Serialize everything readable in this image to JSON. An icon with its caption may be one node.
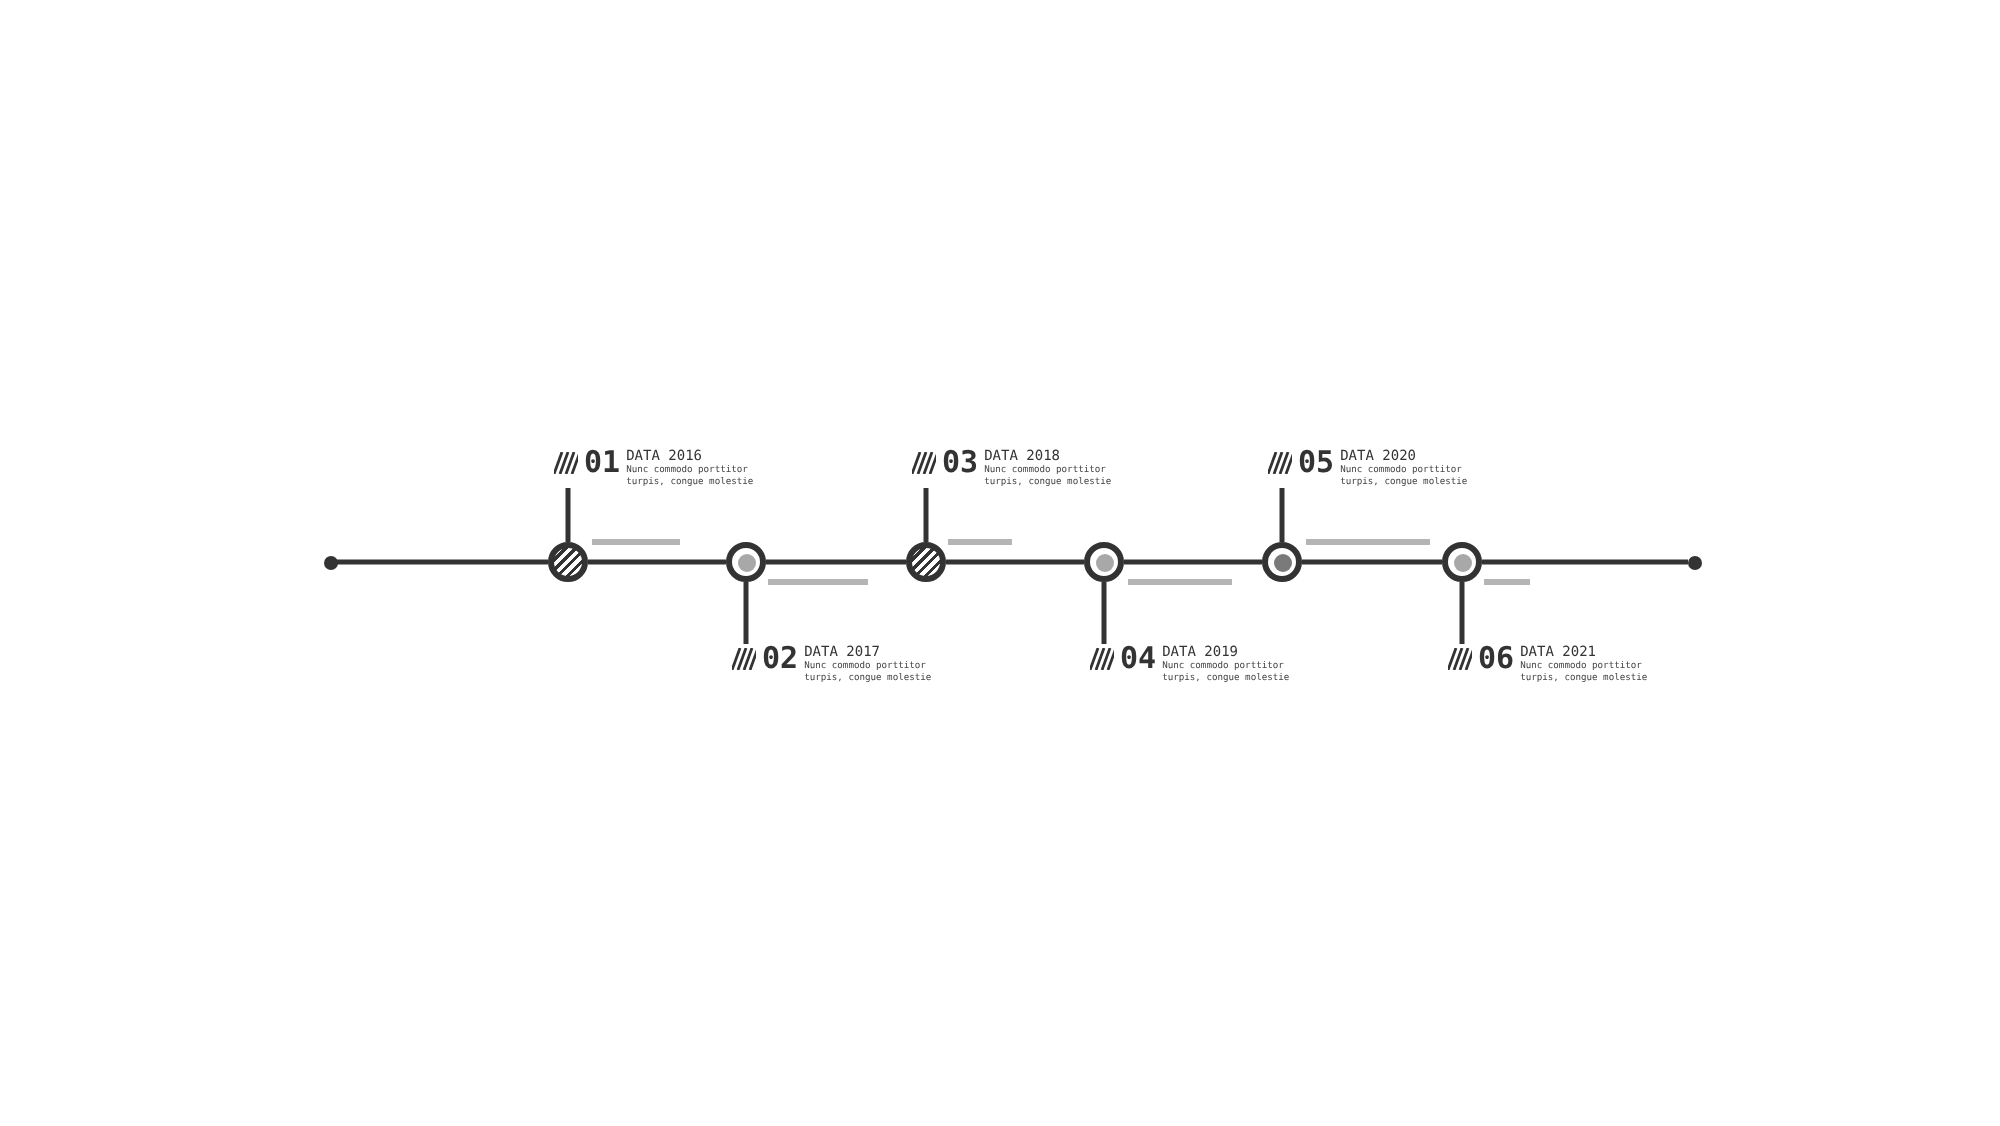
{
  "diagram": {
    "nodes": [
      {
        "text": [],
        "shape": "circle"
      },
      {
        "text": [],
        "shape": "circle"
      },
      {
        "text": [],
        "shape": "circle"
      },
      {
        "text": [],
        "shape": "circle"
      },
      {
        "text": [],
        "shape": "circle"
      },
      {
        "text": [],
        "shape": "circle"
      },
      {
        "text": [],
        "shape": "circle"
      },
      {
        "text": [
          "01",
          "DATA 2016",
          "Nunc commodo porttitor turpis, congue molestie"
        ]
      },
      {
        "text": [
          "02",
          "DATA 2017",
          "Nunc commodo porttitor turpis, congue molestie"
        ]
      },
      {
        "text": [
          "03",
          "DATA 2018",
          "Nunc commodo porttitor turpis, congue molestie"
        ]
      },
      {
        "text": [
          "04",
          "DATA 2019",
          "Nunc commodo porttitor turpis, congue molestie"
        ]
      },
      {
        "text": [
          "05",
          "DATA 2020",
          "Nunc commodo porttitor turpis, congue molestie"
        ]
      },
      {
        "text": [
          "06",
          "DATA 2021",
          "Nunc commodo porttitor turpis, congue molestie"
        ]
      },
      {
        "text": [],
        "shape": "circle"
      }
    ],
    "edges": [
      {
        "from": 0,
        "to": 1,
        "arrow": "none"
      },
      {
        "from": 1,
        "to": 2,
        "arrow": "none"
      },
      {
        "from": 2,
        "to": 3,
        "arrow": "none"
      },
      {
        "from": 3,
        "to": 4,
        "arrow": "none"
      },
      {
        "from": 4,
        "to": 5,
        "arrow": "none"
      },
      {
        "from": 5,
        "to": 6,
        "arrow": "none"
      },
      {
        "from": 6,
        "to": 13,
        "arrow": "none"
      },
      {
        "from": 1,
        "to": 7,
        "arrow": "none"
      },
      {
        "from": 2,
        "to": 8,
        "arrow": "none"
      },
      {
        "from": 3,
        "to": 9,
        "arrow": "none"
      },
      {
        "from": 4,
        "to": 10,
        "arrow": "none"
      },
      {
        "from": 5,
        "to": 11,
        "arrow": "none"
      },
      {
        "from": 6,
        "to": 12,
        "arrow": "none"
      }
    ]
  }
}
